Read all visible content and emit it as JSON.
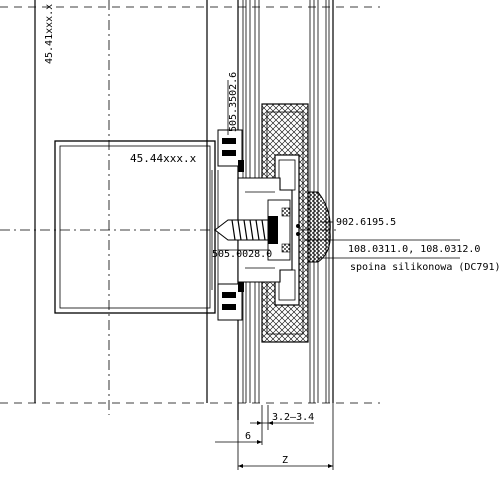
{
  "labels": {
    "profile_upper_code": "505.3502.6",
    "frame_code": "45.44xxx.x",
    "vertical_code": "45.41xxx.x",
    "gasket_code": "902.6195.5",
    "clip_codes": "108.0311.0, 108.0312.0",
    "sealant": "spoina silikonowa (DC791)",
    "screw_code": "505.0028.0"
  },
  "dimensions": {
    "gap": "3.2–3.4",
    "width_6": "6",
    "width_z": "Z"
  }
}
